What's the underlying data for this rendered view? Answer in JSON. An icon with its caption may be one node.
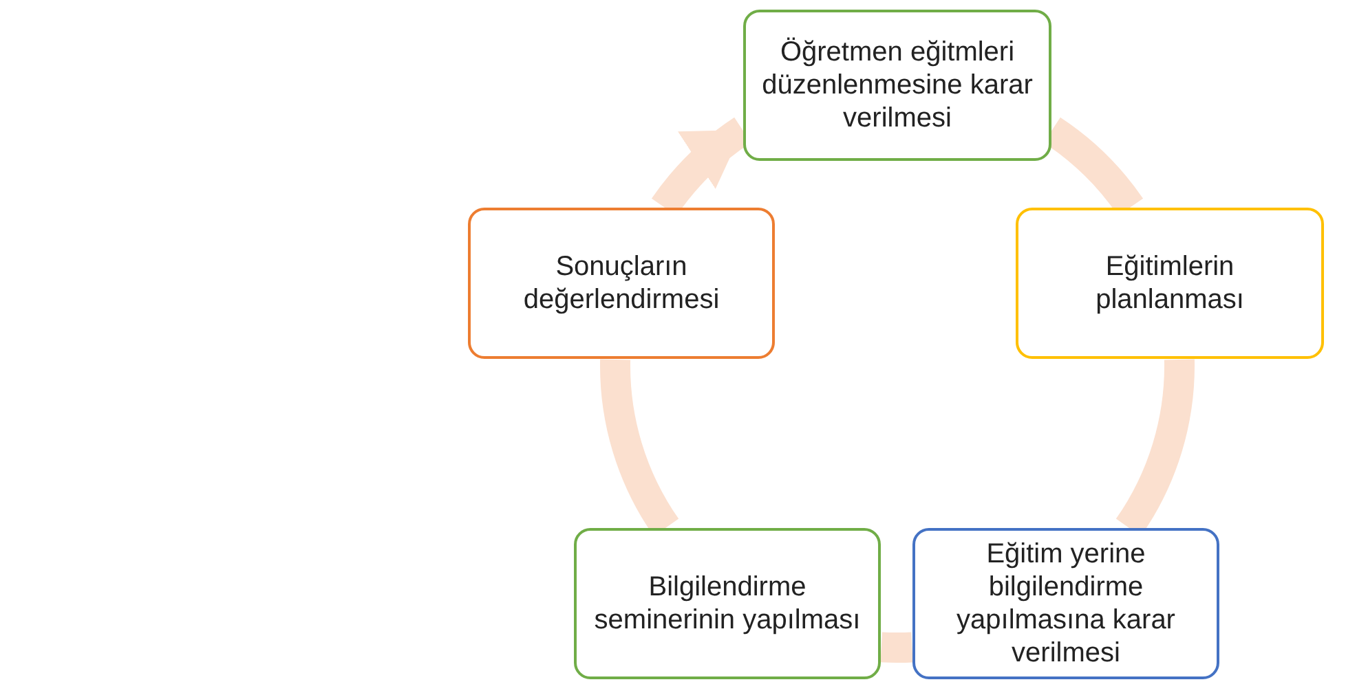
{
  "diagram": {
    "nodes": [
      {
        "text": [
          "Öğretmen eğitmleri düzenlenmesine karar verilmesi"
        ]
      },
      {
        "text": [
          "Sonuçların değerlendirmesi"
        ]
      },
      {
        "text": [
          "Eğitimlerin planlanması"
        ]
      },
      {
        "text": [
          "Bilgilendirme seminerinin yapılması"
        ]
      },
      {
        "text": [
          "Eğitim yerine bilgilendirme yapılmasına karar verilmesi"
        ]
      }
    ],
    "edges": [
      {
        "from": 0,
        "to": 2,
        "arrow": "none"
      },
      {
        "from": 2,
        "to": 4,
        "arrow": "none"
      },
      {
        "from": 4,
        "to": 3,
        "arrow": "none"
      },
      {
        "from": 3,
        "to": 1,
        "arrow": "none"
      },
      {
        "from": 1,
        "to": 0,
        "arrow": "to"
      }
    ]
  }
}
